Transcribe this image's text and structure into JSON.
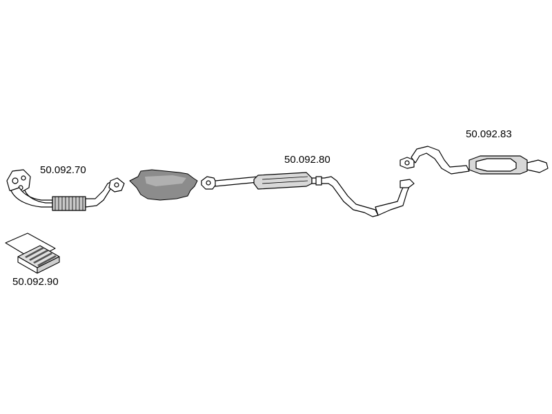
{
  "parts": {
    "front_pipe": {
      "part_number": "50.092.70"
    },
    "catalytic_converter": {
      "part_number": ""
    },
    "middle_section": {
      "part_number": "50.092.80"
    },
    "rear_silencer": {
      "part_number": "50.092.83"
    },
    "mounting_kit": {
      "part_number": "50.092.90"
    }
  },
  "colors": {
    "line": "#000000",
    "fill": "#ffffff",
    "shade": "#c8c8c8",
    "catalyst": "#8c8c8c"
  }
}
